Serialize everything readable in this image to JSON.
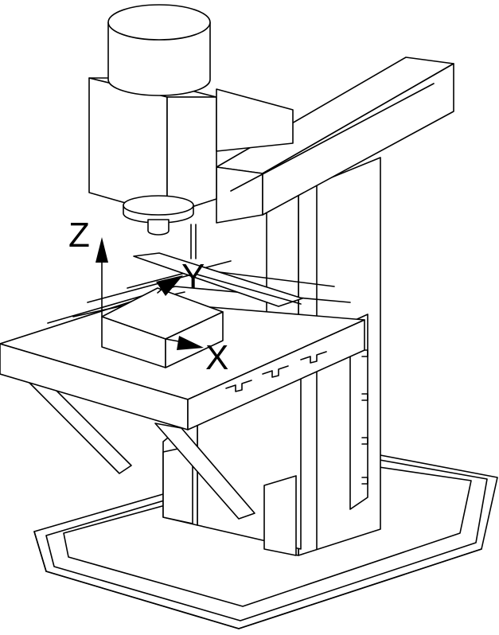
{
  "axes": {
    "x_label": "X",
    "y_label": "Y",
    "z_label": "Z"
  },
  "colors": {
    "line": "#000000",
    "fill": "#ffffff"
  }
}
